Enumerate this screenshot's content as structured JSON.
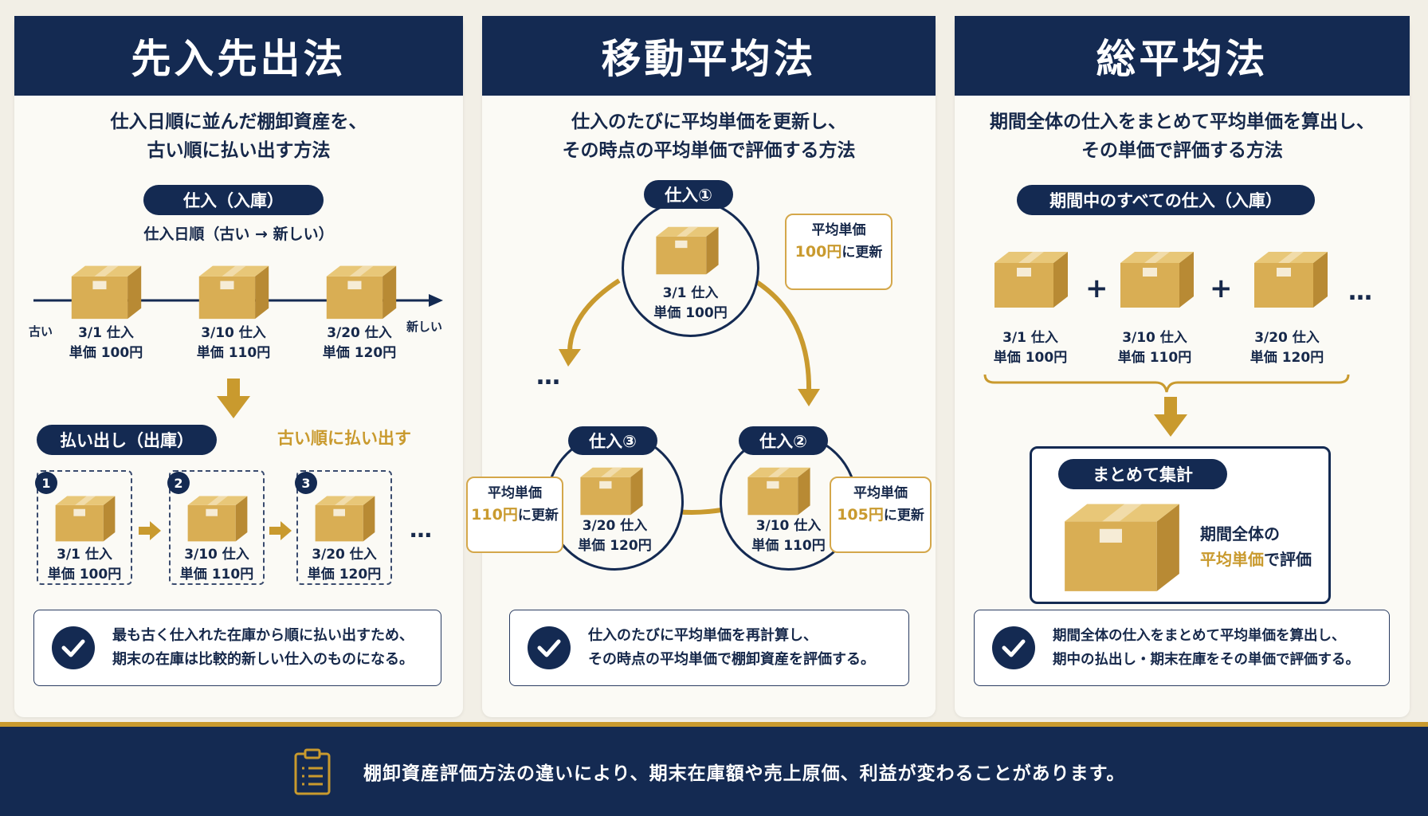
{
  "fifo": {
    "title": "先入先出法",
    "desc_line1": "仕入日順に並んだ棚卸資産を、",
    "desc_line2": "古い順に払い出す方法",
    "purchase_pill": "仕入（入庫）",
    "order_label": "仕入日順（古い → 新しい）",
    "old_label": "古い",
    "new_label": "新しい",
    "items": [
      {
        "date": "3/1 仕入",
        "price": "単価 100円"
      },
      {
        "date": "3/10 仕入",
        "price": "単価 110円"
      },
      {
        "date": "3/20 仕入",
        "price": "単価 120円"
      }
    ],
    "issue_pill": "払い出し（出庫）",
    "issue_note": "古い順に払い出す",
    "issue_items": [
      {
        "num": "1",
        "date": "3/1 仕入",
        "price": "単価 100円"
      },
      {
        "num": "2",
        "date": "3/10 仕入",
        "price": "単価 110円"
      },
      {
        "num": "3",
        "date": "3/20 仕入",
        "price": "単価 120円"
      }
    ],
    "ellipsis": "…",
    "note_line1": "最も古く仕入れた在庫から順に払い出すため、",
    "note_line2": "期末の在庫は比較的新しい仕入のものになる。"
  },
  "moving": {
    "title": "移動平均法",
    "desc_line1": "仕入のたびに平均単価を更新し、",
    "desc_line2": "その時点の平均単価で評価する方法",
    "nodes": [
      {
        "label": "仕入①",
        "date": "3/1 仕入",
        "price": "単価 100円"
      },
      {
        "label": "仕入②",
        "date": "3/10 仕入",
        "price": "単価 110円"
      },
      {
        "label": "仕入③",
        "date": "3/20 仕入",
        "price": "単価 120円"
      }
    ],
    "callouts": [
      {
        "head": "平均単価",
        "value": "100円",
        "suffix": "に更新"
      },
      {
        "head": "平均単価",
        "value": "105円",
        "suffix": "に更新"
      },
      {
        "head": "平均単価",
        "value": "110円",
        "suffix": "に更新"
      }
    ],
    "ellipsis": "…",
    "note_line1": "仕入のたびに平均単価を再計算し、",
    "note_line2": "その時点の平均単価で棚卸資産を評価する。"
  },
  "total": {
    "title": "総平均法",
    "desc_line1": "期間全体の仕入をまとめて平均単価を算出し、",
    "desc_line2": "その単価で評価する方法",
    "purchase_pill": "期間中のすべての仕入（入庫）",
    "plus": "+",
    "items": [
      {
        "date": "3/1 仕入",
        "price": "単価 100円"
      },
      {
        "date": "3/10 仕入",
        "price": "単価 110円"
      },
      {
        "date": "3/20 仕入",
        "price": "単価 120円"
      }
    ],
    "ellipsis": "…",
    "aggregate_pill": "まとめて集計",
    "eval_line1": "期間全体の",
    "eval_highlight": "平均単価",
    "eval_suffix": "で評価",
    "note_line1": "期間全体の仕入をまとめて平均単価を算出し、",
    "note_line2": "期中の払出し・期末在庫をその単価で評価する。"
  },
  "footer": {
    "text": "棚卸資産評価方法の違いにより、期末在庫額や売上原価、利益が変わることがあります。"
  },
  "colors": {
    "navy": "#142a52",
    "gold": "#c99a2e",
    "box": "#d7ac52"
  }
}
